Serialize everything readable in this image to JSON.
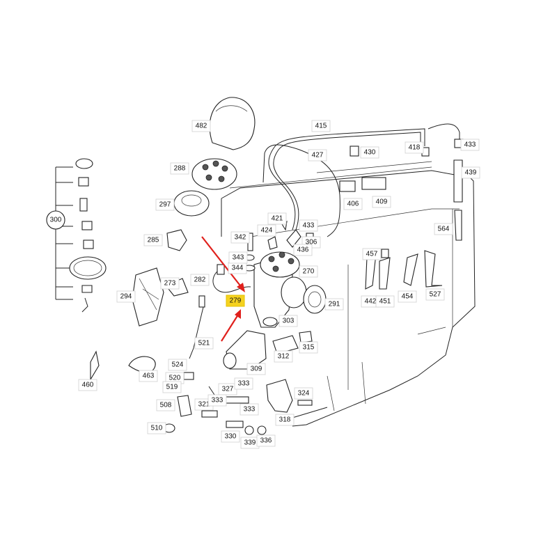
{
  "diagram": {
    "highlight_color": "#f5d21f",
    "arrow_color": "#e0201c",
    "highlighted_part": "279",
    "labels": [
      "482",
      "288",
      "297",
      "285",
      "300",
      "294",
      "273",
      "282",
      "279",
      "460",
      "463",
      "521",
      "524",
      "520",
      "519",
      "508",
      "510",
      "327",
      "333",
      "321",
      "333",
      "333",
      "330",
      "339",
      "336",
      "318",
      "324",
      "309",
      "312",
      "315",
      "303",
      "291",
      "270",
      "344",
      "343",
      "342",
      "424",
      "421",
      "433",
      "306",
      "436",
      "415",
      "427",
      "430",
      "418",
      "433",
      "439",
      "406",
      "409",
      "564",
      "457",
      "442",
      "451",
      "454",
      "527"
    ]
  }
}
